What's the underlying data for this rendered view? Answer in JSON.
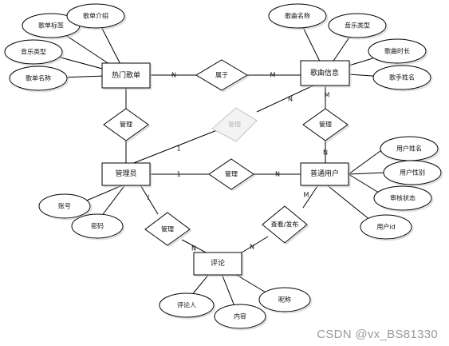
{
  "colors": {
    "stroke": "#000000",
    "text": "#111111",
    "fill": "#ffffff",
    "shade": "#d9d9d9",
    "watermark": "#9a9a9a",
    "dimmed": "#b8b8b8"
  },
  "entities": {
    "hot_songlist": "热门歌单",
    "song_info": "歌曲信息",
    "admin": "管理员",
    "user": "普通用户",
    "comment": "评论"
  },
  "attributes": {
    "songlist_tag": "歌单标签",
    "songlist_intro": "歌单介绍",
    "music_type_left": "音乐类型",
    "songlist_name": "歌单名称",
    "song_name": "歌曲名称",
    "music_type_right": "音乐类型",
    "song_duration": "歌曲时长",
    "singer_name": "歌手姓名",
    "account": "账号",
    "password": "密码",
    "user_name": "用户姓名",
    "user_gender": "用户性别",
    "review_status": "审核状态",
    "user_id": "用户id",
    "commenter": "评论人",
    "content": "内容",
    "nickname": "昵称"
  },
  "relations": {
    "belongs": "属于",
    "manage_songlist": "管理",
    "manage_songinfo": "管理",
    "manage_user": "管理",
    "manage_user_songs": "管理",
    "manage_comment": "管理",
    "view_publish": "查看/发布"
  },
  "cardinalities": {
    "belongs_n": "N",
    "belongs_m": "M",
    "admin_song_n": "N",
    "admin_song_1": "1",
    "song_user_m": "M",
    "song_user_n": "N",
    "admin_user_1": "1",
    "admin_user_n": "N",
    "admin_comment_1": "/",
    "admin_comment_n": "N",
    "user_comment_m": "M",
    "user_comment_n": "N"
  },
  "watermark": "CSDN @vx_BS81330"
}
